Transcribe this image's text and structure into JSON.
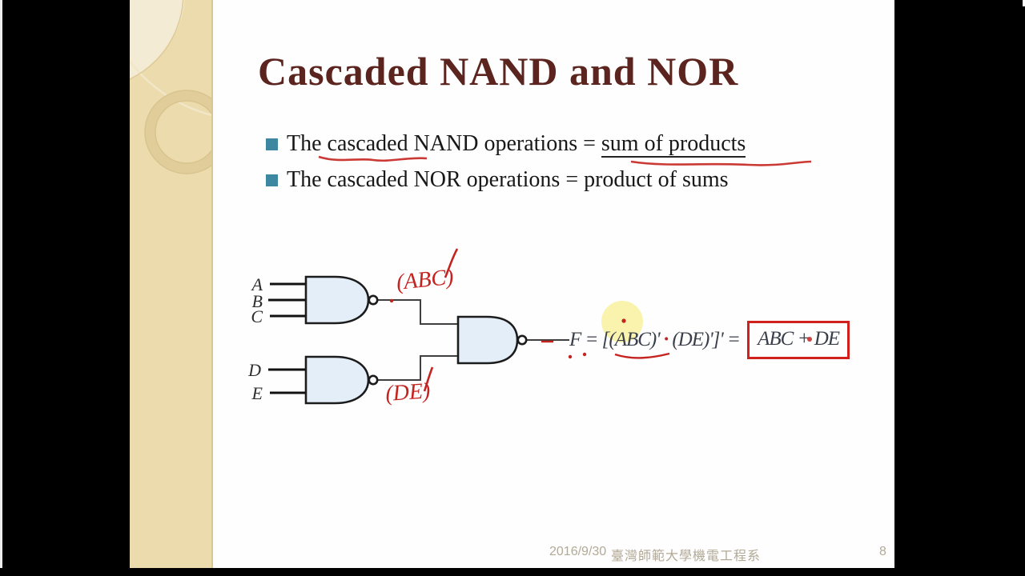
{
  "slide": {
    "title": "Cascaded NAND and NOR",
    "bullet1": {
      "pre": "The ",
      "cascaded": "cascaded",
      "mid": " NAND operations = ",
      "sop": "sum of products"
    },
    "bullet2": "The cascaded NOR operations = product of sums",
    "colors": {
      "title_maroon": "#5c241e",
      "bullet_teal": "#3e87a0",
      "pen_red": "#c5231f",
      "gate_fill": "#e3eef8",
      "sidebar_tan": "#e9d7a4",
      "highlight_yellow": "#f8f1a0",
      "footer_gray": "#b2a996"
    }
  },
  "circuit": {
    "inputs": [
      "A",
      "B",
      "C",
      "D",
      "E"
    ],
    "annotation_abc": "(ABC)",
    "annotation_de": "(DE)",
    "formula": {
      "p1": "F = [",
      "abc": "(ABC)",
      "p2": "' ",
      "dot": "·",
      "p3": " (DE)']' = ",
      "result": "ABC + DE"
    }
  },
  "footer": {
    "date": "2016/9/30",
    "department": "臺灣師範大學機電工程系",
    "page": "8"
  }
}
